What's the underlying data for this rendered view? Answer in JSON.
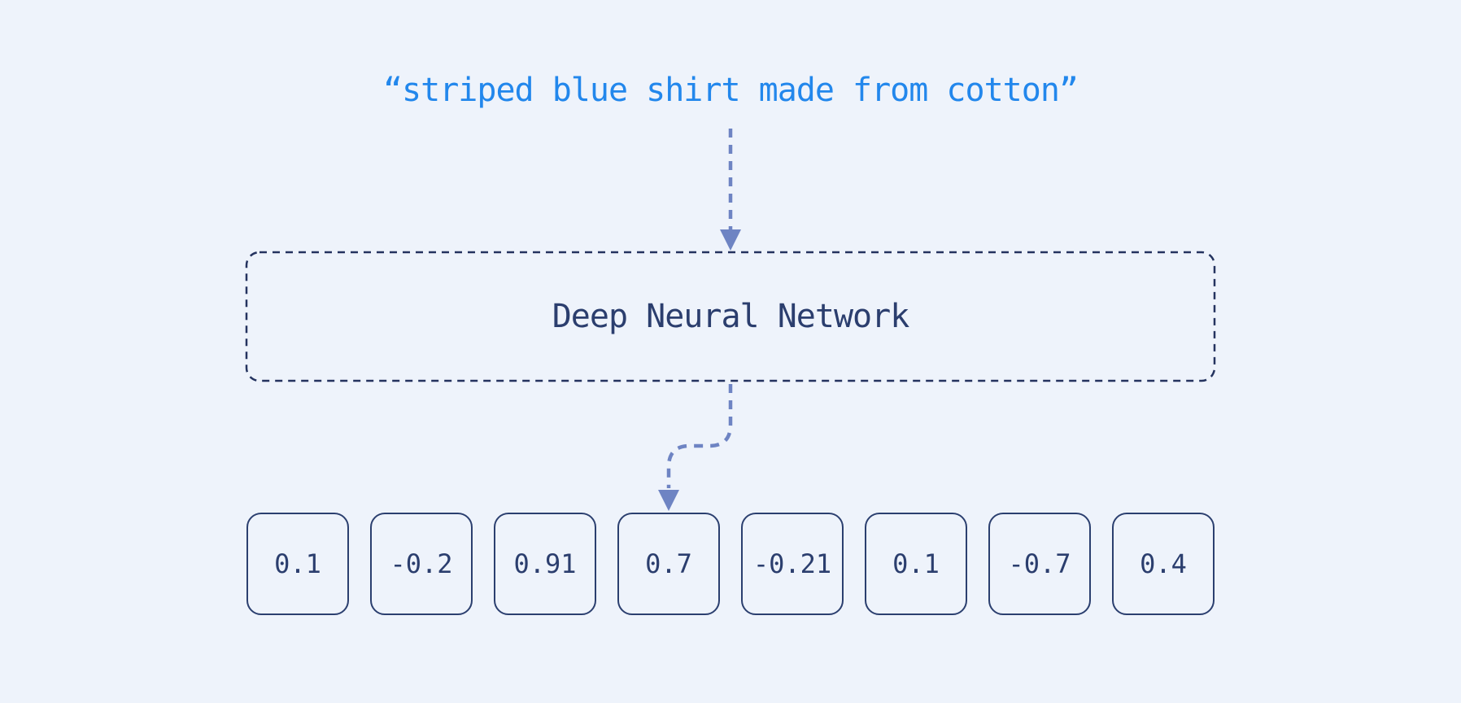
{
  "colors": {
    "background": "#EEF3FB",
    "quote_blue": "#2287EC",
    "navy_text": "#2B3E6E",
    "navy_border": "#24335F",
    "value_box_border": "#2B3F6F",
    "arrow_blue": "#6E84C3"
  },
  "input": {
    "text": "“striped blue shirt made from cotton”"
  },
  "network": {
    "label": "Deep Neural Network"
  },
  "embedding": {
    "values": [
      "0.1",
      "-0.2",
      "0.91",
      "0.7",
      "-0.21",
      "0.1",
      "-0.7",
      "0.4"
    ]
  }
}
